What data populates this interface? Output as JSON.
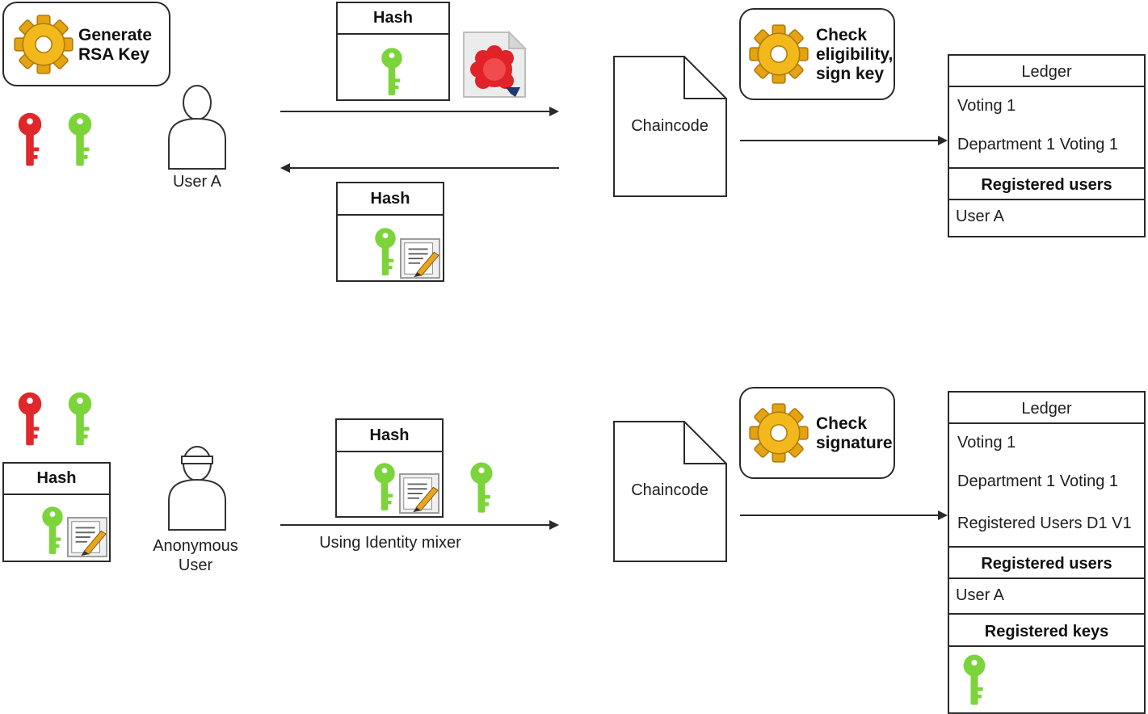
{
  "colors": {
    "red_key": "#e0282b",
    "green_key": "#7bd43a",
    "gear": "#f3b81c",
    "seal": "#e12228",
    "line": "#2a2a2a"
  },
  "icons": {
    "gear": "gear-icon",
    "key": "key-icon",
    "user": "user-icon",
    "anonymous_user": "masked-user-icon",
    "certificate": "certificate-seal-icon",
    "signature": "signed-document-icon",
    "document": "document-icon"
  },
  "top": {
    "generate_key": {
      "line1": "Generate",
      "line2": "RSA Key"
    },
    "user_label": "User A",
    "hash_out": "Hash",
    "hash_back": "Hash",
    "chaincode": "Chaincode",
    "check": {
      "line1": "Check",
      "line2": "eligibility,",
      "line3": "sign key"
    },
    "ledger": {
      "title": "Ledger",
      "rows": [
        "Voting 1",
        "Department 1 Voting 1"
      ],
      "registered_users_header": "Registered users",
      "registered_users": [
        "User A"
      ]
    }
  },
  "bottom": {
    "hash_local": "Hash",
    "user_label_line1": "Anonymous",
    "user_label_line2": "User",
    "hash_sent": "Hash",
    "mixer_label": "Using Identity mixer",
    "chaincode": "Chaincode",
    "check": {
      "line1": "Check",
      "line2": "signature"
    },
    "ledger": {
      "title": "Ledger",
      "rows": [
        "Voting 1",
        "Department 1 Voting 1",
        "Registered Users D1 V1"
      ],
      "registered_users_header": "Registered users",
      "registered_users": [
        "User A"
      ],
      "registered_keys_header": "Registered keys"
    }
  }
}
